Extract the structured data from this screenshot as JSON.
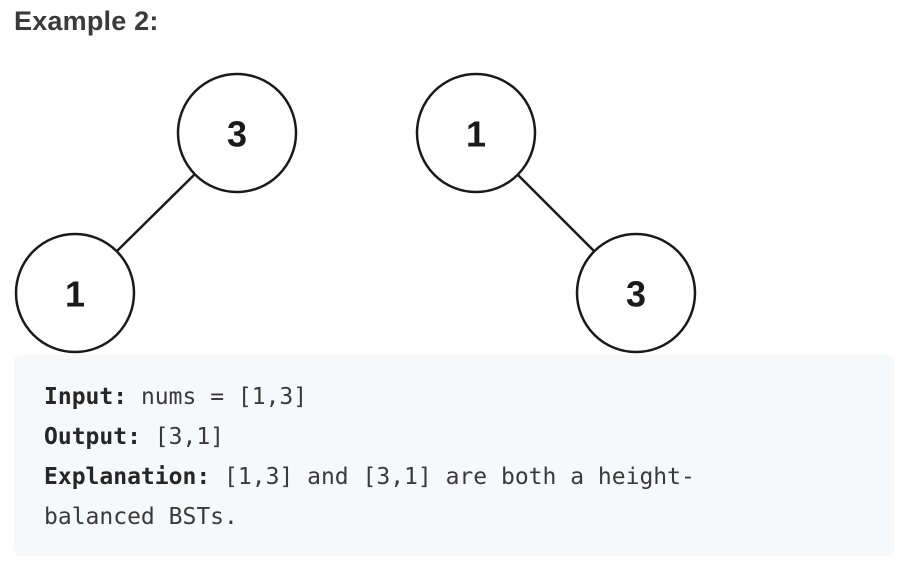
{
  "heading": "Example 2:",
  "trees": [
    {
      "nodes": [
        {
          "id": "root",
          "label": "3"
        },
        {
          "id": "child",
          "label": "1"
        }
      ]
    },
    {
      "nodes": [
        {
          "id": "root",
          "label": "1"
        },
        {
          "id": "child",
          "label": "3"
        }
      ]
    }
  ],
  "example": {
    "input_label": "Input:",
    "input_value": "nums = [1,3]",
    "output_label": "Output:",
    "output_value": "[3,1]",
    "explanation_label": "Explanation:",
    "explanation_line1": "[1,3] and [3,1] are both a height-",
    "explanation_line2": "balanced BSTs."
  }
}
